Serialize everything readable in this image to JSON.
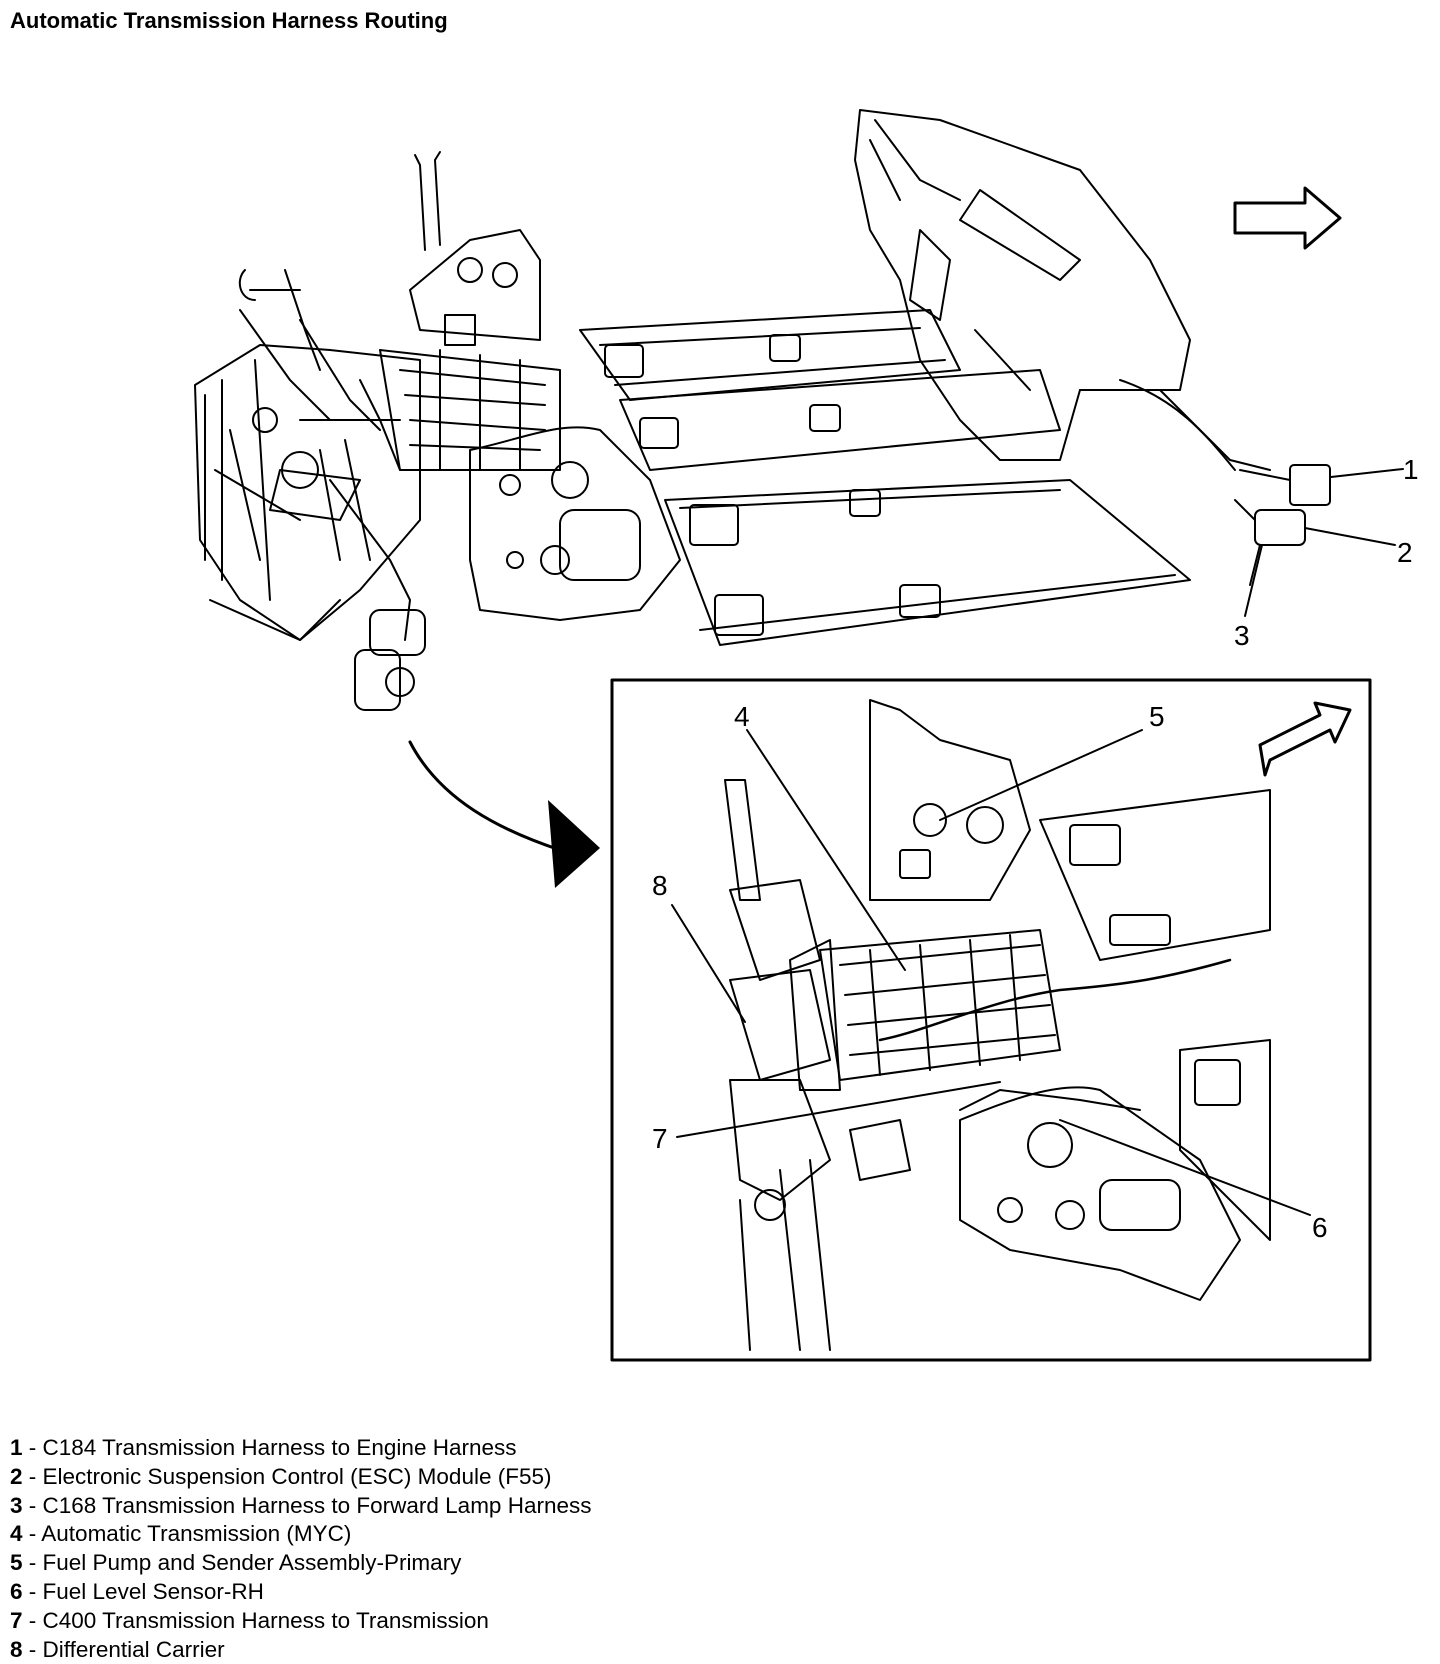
{
  "title": "Automatic Transmission Harness Routing",
  "callouts": [
    "1",
    "2",
    "3",
    "4",
    "5",
    "6",
    "7",
    "8"
  ],
  "legend": [
    {
      "num": "1",
      "sep": " - ",
      "text": "C184 Transmission Harness to Engine Harness"
    },
    {
      "num": "2",
      "sep": " - ",
      "text": "Electronic Suspension Control (ESC) Module (F55)"
    },
    {
      "num": "3",
      "sep": " - ",
      "text": "C168 Transmission Harness to Forward Lamp Harness"
    },
    {
      "num": "4",
      "sep": " - ",
      "text": "Automatic Transmission (MYC)"
    },
    {
      "num": "5",
      "sep": " - ",
      "text": "Fuel Pump and Sender Assembly-Primary"
    },
    {
      "num": "6",
      "sep": " - ",
      "text": "Fuel Level Sensor-RH"
    },
    {
      "num": "7",
      "sep": " - ",
      "text": "C400 Transmission Harness to Transmission"
    },
    {
      "num": "8",
      "sep": " - ",
      "text": "Differential Carrier"
    }
  ]
}
